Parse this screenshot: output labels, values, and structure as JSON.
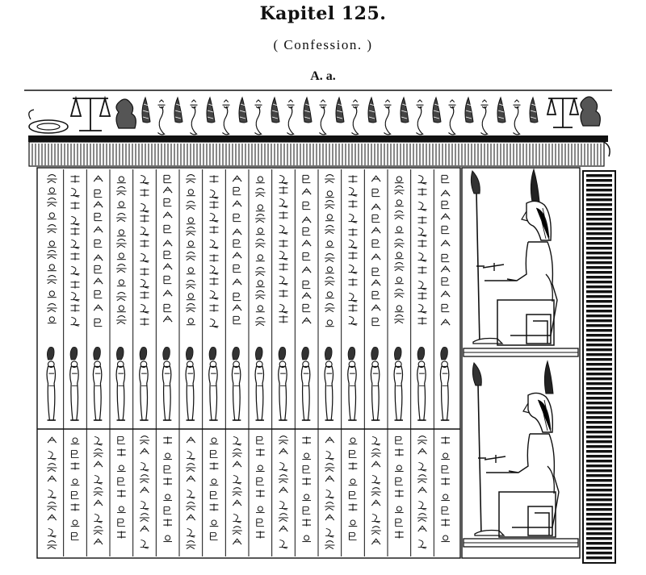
{
  "page": {
    "title": "Kapitel 125.",
    "subtitle": "( Confession. )",
    "section_label": "A. a."
  },
  "plate": {
    "column_count": 18,
    "colors": {
      "ink": "#111111",
      "paper": "#ffffff",
      "shade": "#555555"
    },
    "figures": {
      "frieze_item": "kheker-ornament-icon",
      "judge": "mummiform-judge-icon",
      "goddess": "seated-maat-goddess-icon",
      "baboon": "baboon-icon",
      "balance": "balance-scale-icon",
      "border": "striped-border-icon"
    }
  }
}
